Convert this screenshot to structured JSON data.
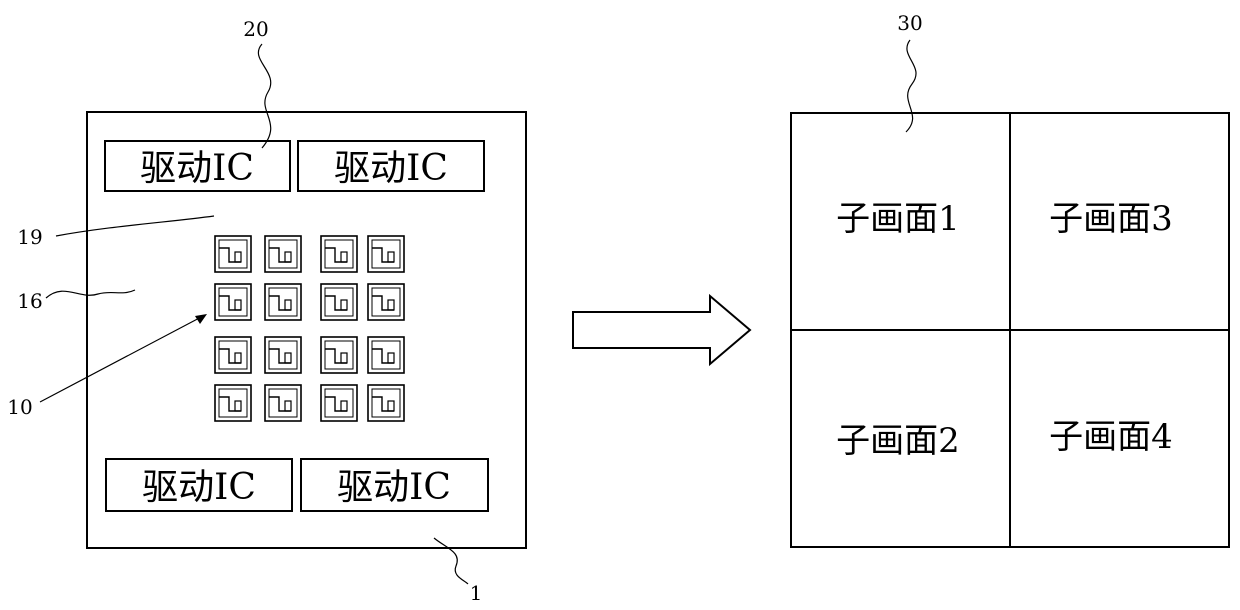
{
  "driver_label": "驱动IC",
  "reference_numerals": {
    "panel": "1",
    "pixel": "10",
    "data_line": "16",
    "scan_line": "19",
    "driver": "20",
    "screen": "30"
  },
  "subscreens": [
    "子画面1",
    "子画面2",
    "子画面3",
    "子画面4"
  ],
  "arrow_icon": "right-hollow-arrow"
}
